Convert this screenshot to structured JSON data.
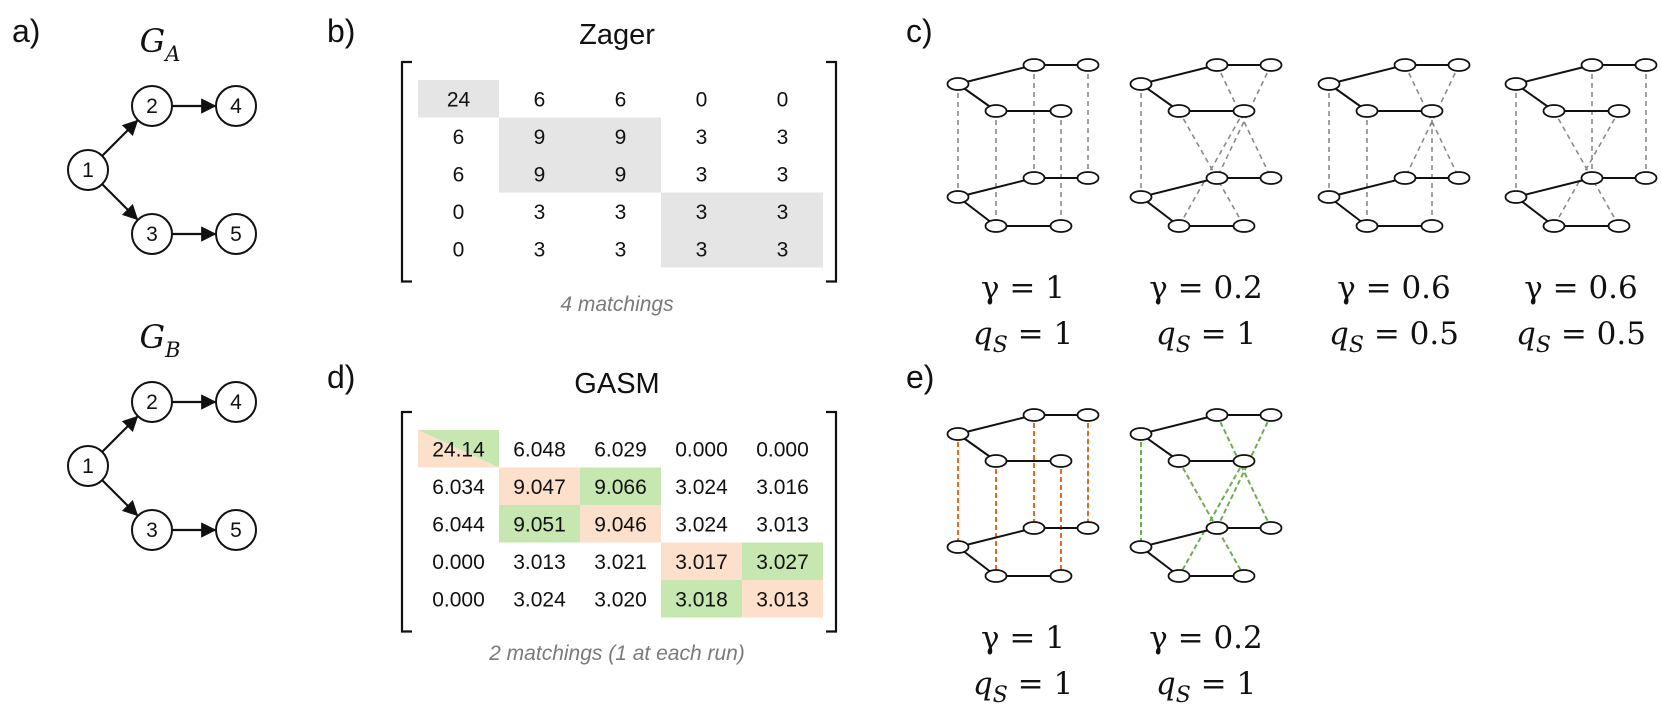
{
  "colors": {
    "ink": "#111111",
    "zager_shade": "#e5e5e5",
    "gasm_orange": "#fde0cc",
    "gasm_green": "#c6e7b0",
    "caption_gray": "#7a7a7a",
    "grid_dash": "#8a8a8a",
    "dash_orange": "#e0701e",
    "dash_green": "#6ab04c"
  },
  "panel_a": {
    "label": "a)",
    "graphs": [
      {
        "title": "G",
        "sub": "A",
        "nodes": [
          "1",
          "2",
          "3",
          "4",
          "5"
        ]
      },
      {
        "title": "G",
        "sub": "B",
        "nodes": [
          "1",
          "2",
          "3",
          "4",
          "5"
        ]
      }
    ]
  },
  "panel_b": {
    "label": "b)",
    "title": "Zager",
    "caption": "4 matchings",
    "matrix": [
      [
        "24",
        "6",
        "6",
        "0",
        "0"
      ],
      [
        "6",
        "9",
        "9",
        "3",
        "3"
      ],
      [
        "6",
        "9",
        "9",
        "3",
        "3"
      ],
      [
        "0",
        "3",
        "3",
        "3",
        "3"
      ],
      [
        "0",
        "3",
        "3",
        "3",
        "3"
      ]
    ],
    "shade": [
      [
        1,
        0,
        0,
        0,
        0
      ],
      [
        0,
        1,
        1,
        0,
        0
      ],
      [
        0,
        1,
        1,
        0,
        0
      ],
      [
        0,
        0,
        0,
        1,
        1
      ],
      [
        0,
        0,
        0,
        1,
        1
      ]
    ]
  },
  "panel_d": {
    "label": "d)",
    "title": "GASM",
    "caption": "2 matchings (1 at each run)",
    "matrix": [
      [
        "24.14",
        "6.048",
        "6.029",
        "0.000",
        "0.000"
      ],
      [
        "6.034",
        "9.047",
        "9.066",
        "3.024",
        "3.016"
      ],
      [
        "6.044",
        "9.051",
        "9.046",
        "3.024",
        "3.013"
      ],
      [
        "0.000",
        "3.013",
        "3.021",
        "3.017",
        "3.027"
      ],
      [
        "0.000",
        "3.024",
        "3.020",
        "3.018",
        "3.013"
      ]
    ],
    "shade": [
      [
        "split",
        "",
        "",
        "",
        ""
      ],
      [
        "",
        "o",
        "g",
        "",
        ""
      ],
      [
        "",
        "g",
        "o",
        "",
        ""
      ],
      [
        "",
        "",
        "",
        "o",
        "g"
      ],
      [
        "",
        "",
        "",
        "g",
        "o"
      ]
    ]
  },
  "panel_c": {
    "label": "c)",
    "items": [
      {
        "gamma": "γ = 1",
        "qs_val": "= 1",
        "links": [
          [
            0,
            0
          ],
          [
            1,
            1
          ],
          [
            2,
            2
          ],
          [
            3,
            3
          ],
          [
            4,
            4
          ]
        ]
      },
      {
        "gamma": "γ = 0.2",
        "qs_val": "= 1",
        "links": [
          [
            0,
            0
          ],
          [
            1,
            2
          ],
          [
            2,
            1
          ],
          [
            3,
            4
          ],
          [
            4,
            3
          ]
        ]
      },
      {
        "gamma": "γ = 0.6",
        "qs_val": "= 0.5",
        "links": [
          [
            0,
            0
          ],
          [
            1,
            1
          ],
          [
            2,
            2
          ],
          [
            3,
            4
          ],
          [
            4,
            3
          ]
        ]
      },
      {
        "gamma": "γ = 0.6",
        "qs_val": "= 0.5",
        "links": [
          [
            0,
            0
          ],
          [
            1,
            2
          ],
          [
            2,
            1
          ],
          [
            3,
            3
          ],
          [
            4,
            4
          ]
        ]
      }
    ]
  },
  "panel_e": {
    "label": "e)",
    "items": [
      {
        "gamma": "γ = 1",
        "qs_val": "= 1",
        "style": "orange",
        "links": [
          [
            0,
            0
          ],
          [
            1,
            1
          ],
          [
            2,
            2
          ],
          [
            3,
            3
          ],
          [
            4,
            4
          ]
        ]
      },
      {
        "gamma": "γ = 0.2",
        "qs_val": "= 1",
        "style": "green",
        "links": [
          [
            0,
            0
          ],
          [
            1,
            2
          ],
          [
            2,
            1
          ],
          [
            3,
            4
          ],
          [
            4,
            3
          ]
        ]
      }
    ]
  },
  "qs_symbol": {
    "q": "q",
    "sub": "S"
  }
}
